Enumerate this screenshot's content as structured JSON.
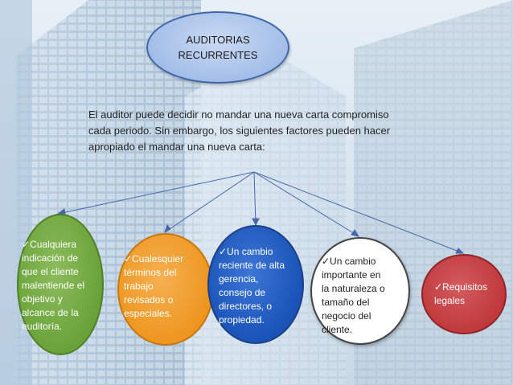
{
  "title": {
    "line1": "AUDITORIAS",
    "line2": "RECURRENTES"
  },
  "intro": {
    "line1": "El auditor puede decidir no mandar una nueva carta compromiso",
    "line2": "cada periodo. Sin embargo, los siguientes factores pueden hacer",
    "line3": "apropiado el mandar una nueva carta:"
  },
  "factors": [
    {
      "lines": [
        "✓Cualquiera",
        "indicación de",
        "que el cliente",
        "malentiende el",
        "objetivo y",
        "alcance de la",
        "auditoría."
      ],
      "color": "#6aa23a"
    },
    {
      "lines": [
        "✓Cualesquier",
        "términos del",
        "trabajo",
        "revisados o",
        "especiales."
      ],
      "color": "#ee961f"
    },
    {
      "lines": [
        "✓Un cambio",
        "reciente de alta",
        "gerencia,",
        "consejo de",
        "directores, o",
        "propiedad."
      ],
      "color": "#1a53b8"
    },
    {
      "lines": [
        "✓Un cambio",
        "importante en",
        "la naturaleza o",
        "tamaño del",
        "negocio del",
        "cliente."
      ],
      "color": "#ffffff"
    },
    {
      "lines": [
        "✓Requisitos",
        "legales"
      ],
      "color": "#c0393c"
    }
  ]
}
